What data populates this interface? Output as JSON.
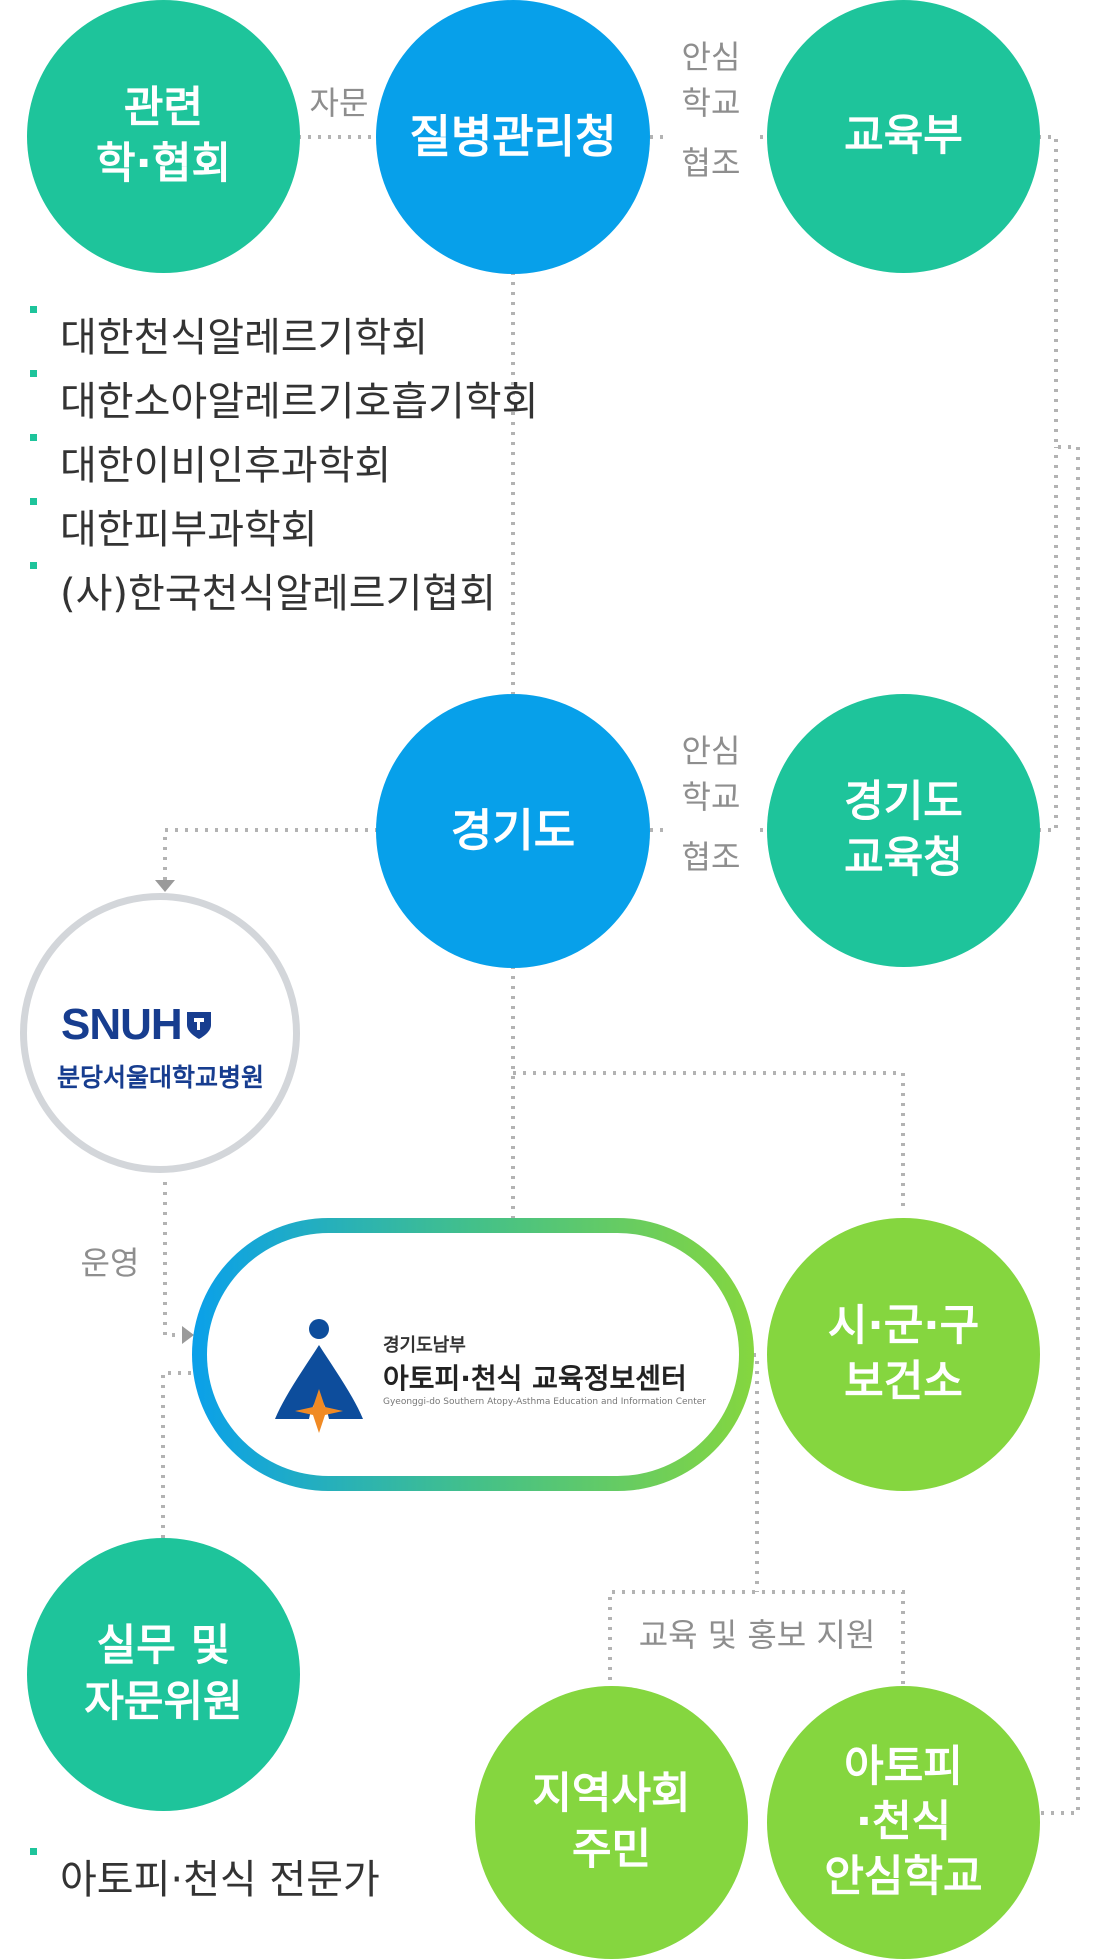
{
  "nodes": {
    "associations": {
      "label_line1": "관련",
      "label_line2": "학·협회"
    },
    "kdca": {
      "label": "질병관리청"
    },
    "moe": {
      "label": "교육부"
    },
    "gyeonggi": {
      "label": "경기도"
    },
    "gyeonggi_edu": {
      "label_line1": "경기도",
      "label_line2": "교육청"
    },
    "snuh": {
      "logo_latin": "SNUH",
      "name": "분당서울대학교병원"
    },
    "center": {
      "region": "경기도남부",
      "name": "아토피·천식 교육정보센터",
      "english": "Gyeonggi-do Southern Atopy-Asthma Education and Information Center"
    },
    "health_center": {
      "label_line1": "시·군·구",
      "label_line2": "보건소"
    },
    "advisory": {
      "label_line1": "실무 및",
      "label_line2": "자문위원"
    },
    "community": {
      "label_line1": "지역사회",
      "label_line2": "주민"
    },
    "safe_school": {
      "label_line1": "아토피",
      "label_line2": "·천식",
      "label_line3": "안심학교"
    }
  },
  "connectors": {
    "advice": "자문",
    "safe_school_coop_1": {
      "line1": "안심",
      "line2": "학교",
      "line3": "협조"
    },
    "safe_school_coop_2": {
      "line1": "안심",
      "line2": "학교",
      "line3": "협조"
    },
    "operation": "운영",
    "edu_pr_support": "교육 및 홍보 지원"
  },
  "association_list": [
    "대한천식알레르기학회",
    "대한소아알레르기호흡기학회",
    "대한이비인후과학회",
    "대한피부과학회",
    "(사)한국천식알레르기협회"
  ],
  "expert_list": [
    "아토피·천식 전문가"
  ],
  "colors": {
    "teal": "#1ec49b",
    "blue": "#07a0ea",
    "lime": "#85d63f",
    "grey_ring": "#d3d6da",
    "snuh_navy": "#173d8f",
    "center_blue": "#0d4d9c",
    "center_orange": "#f08a24",
    "connector_line": "#b3b3b3"
  }
}
